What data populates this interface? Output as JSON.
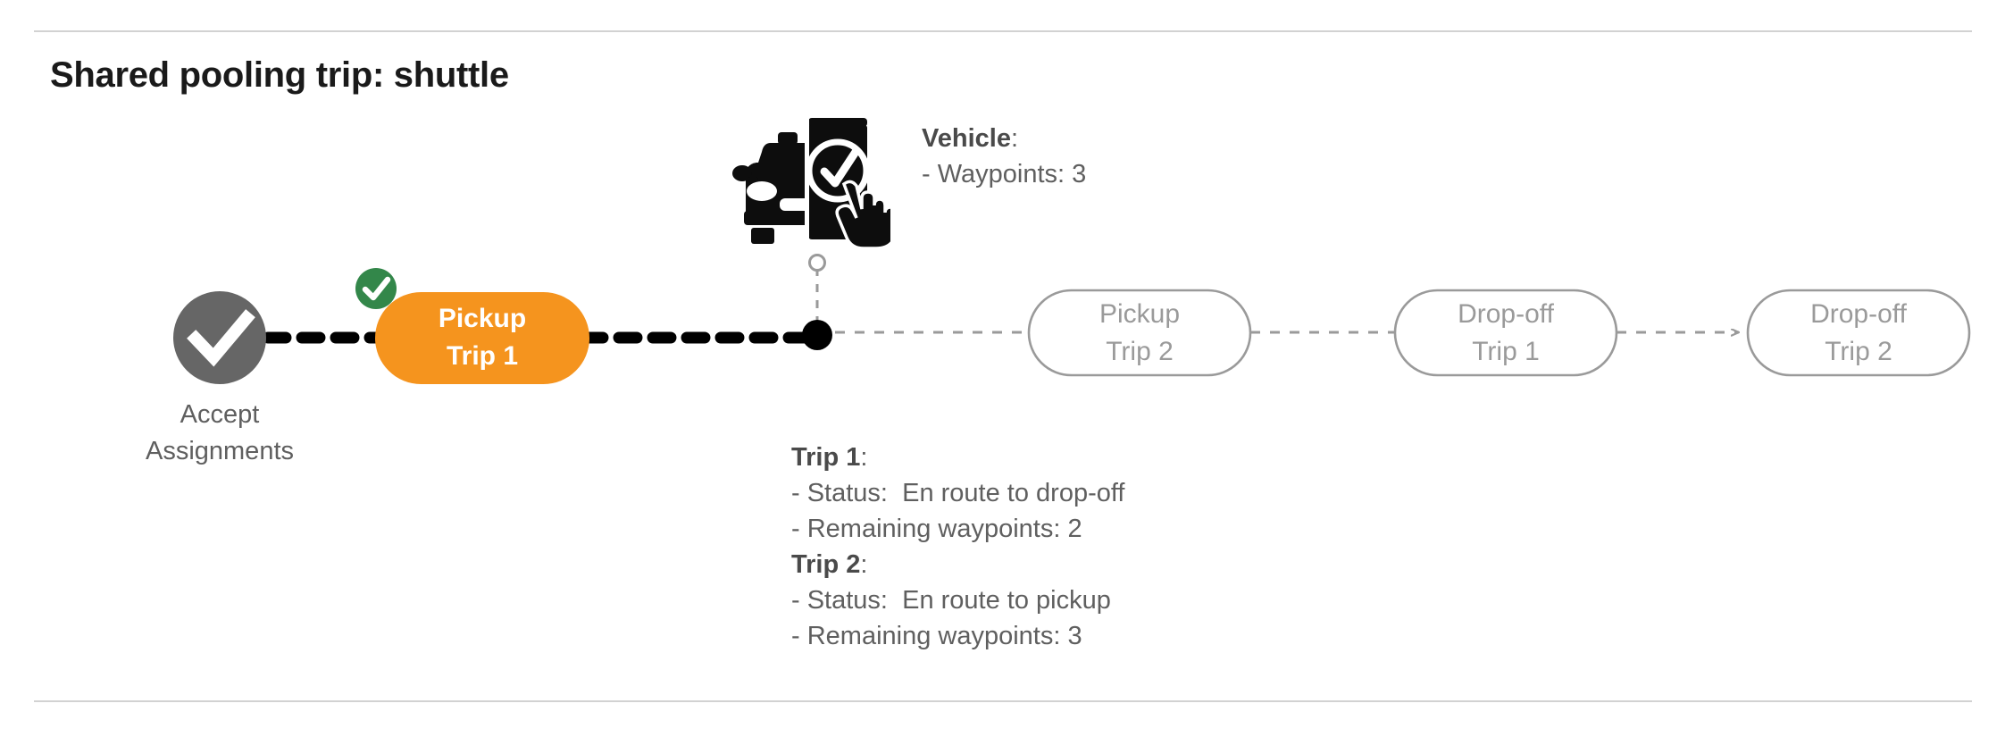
{
  "page": {
    "title": "Shared pooling trip: shuttle"
  },
  "colors": {
    "orange": "#F5941E",
    "green": "#33874A",
    "grey_node": "#666666",
    "grey_outline": "#9a9a9a",
    "grey_text": "#5f5f5f",
    "divider": "#d2d2d2",
    "black": "#000000"
  },
  "flow": {
    "start_node": {
      "icon": "check-circle-icon",
      "label_line1": "Accept",
      "label_line2": "Assignments"
    },
    "nodes": [
      {
        "id": "pickup-trip-1",
        "line1": "Pickup",
        "line2": "Trip 1",
        "state": "completed",
        "badge": "check-badge-icon"
      },
      {
        "id": "pickup-trip-2",
        "line1": "Pickup",
        "line2": "Trip 2",
        "state": "pending"
      },
      {
        "id": "drop-off-trip-1",
        "line1": "Drop-off",
        "line2": "Trip 1",
        "state": "pending"
      },
      {
        "id": "drop-off-trip-2",
        "line1": "Drop-off",
        "line2": "Trip 2",
        "state": "pending"
      }
    ],
    "vehicle_marker": {
      "icon": "vehicle-app-icon",
      "position_dot": "current-position-dot"
    }
  },
  "annotations": {
    "vehicle": {
      "heading": "Vehicle",
      "heading_suffix": ":",
      "lines": [
        "- Waypoints: 3"
      ]
    },
    "trips": [
      {
        "heading": "Trip 1",
        "heading_suffix": ":",
        "lines": [
          "- Status:  En route to drop-off",
          "- Remaining waypoints: 2"
        ]
      },
      {
        "heading": "Trip 2",
        "heading_suffix": ":",
        "lines": [
          "- Status:  En route to pickup",
          "- Remaining waypoints: 3"
        ]
      }
    ]
  }
}
